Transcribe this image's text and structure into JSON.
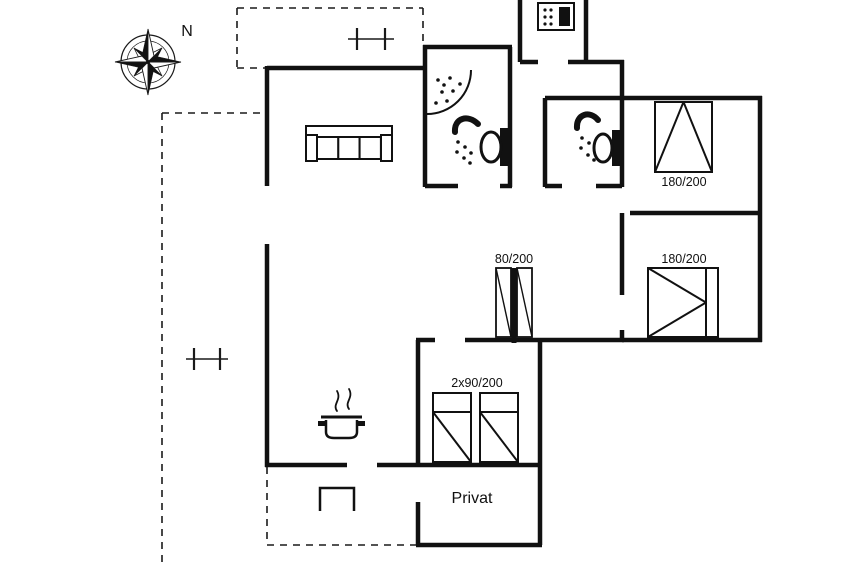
{
  "floorplan": {
    "compass_label": "N",
    "room_labels": {
      "private": "Privat"
    },
    "dimension_labels": {
      "double_bed_top": "180/200",
      "double_bed_bottom": "180/200",
      "wardrobe": "80/200",
      "kids_beds": "2x90/200"
    },
    "colors": {
      "wall": "#111111",
      "background": "#ffffff"
    },
    "icons": {
      "compass_rose": "8-point compass star",
      "sofa": "three-seat sofa outline",
      "corner_shower": "quarter-circle shower with spray dots",
      "shower_head": "shower hook with spray dots",
      "toilet": "toilet with tank",
      "washing_machine": "appliance box with drum dots",
      "stove_pot": "pot with steam",
      "double_bed": "bed rectangle with fold lines",
      "kids_bed": "single bed with diagonal",
      "wardrobe": "double wardrobe with center post",
      "terrace_table": "open rectangle table",
      "post_marker": "double tick post symbol"
    }
  }
}
